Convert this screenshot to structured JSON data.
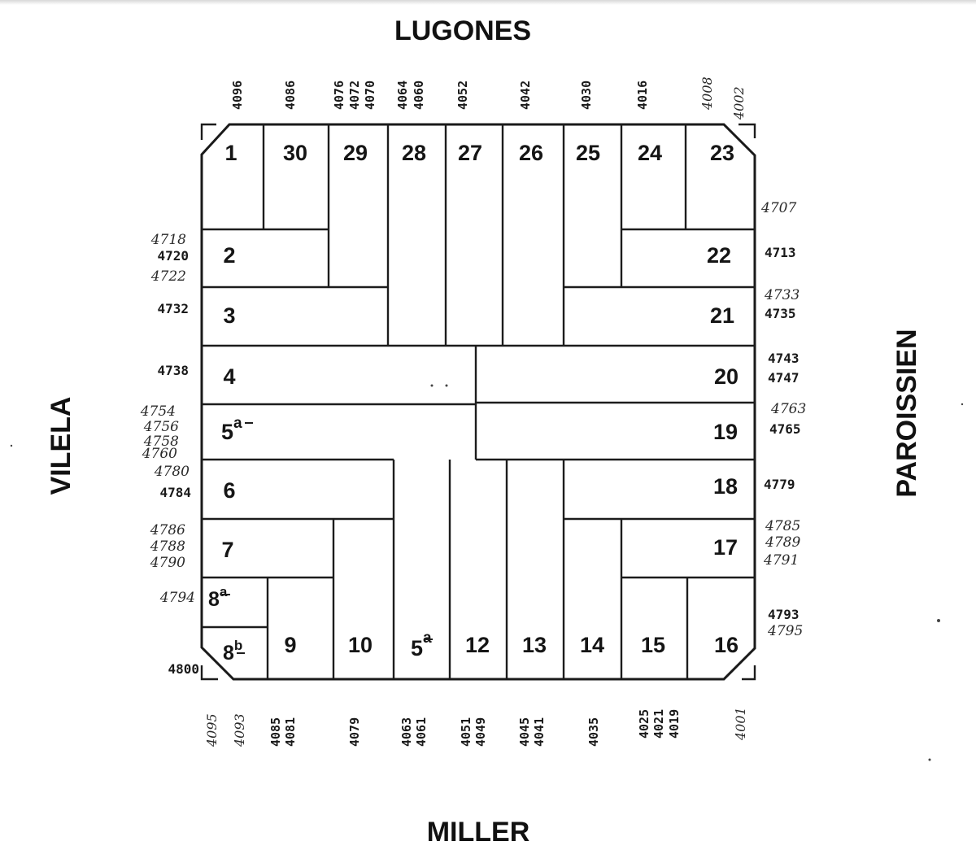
{
  "streets": {
    "north": "LUGONES",
    "south": "MILLER",
    "west": "VILELA",
    "east": "PAROISSIEN"
  },
  "lots": {
    "l1": "1",
    "l2": "2",
    "l3": "3",
    "l4": "4",
    "l5": "5",
    "l5_sup": "a",
    "l6": "6",
    "l7": "7",
    "l8a": "8",
    "l8a_sup": "a",
    "l8b": "8",
    "l8b_sup": "b",
    "l9": "9",
    "l10": "10",
    "l5b": "5",
    "l5b_sup": "a",
    "l12": "12",
    "l13": "13",
    "l14": "14",
    "l15": "15",
    "l16": "16",
    "l17": "17",
    "l18": "18",
    "l19": "19",
    "l20": "20",
    "l21": "21",
    "l22": "22",
    "l23": "23",
    "l24": "24",
    "l25": "25",
    "l26": "26",
    "l27": "27",
    "l28": "28",
    "l29": "29",
    "l30": "30"
  },
  "north_numbers": {
    "n4096": "4096",
    "n4086": "4086",
    "n4076": "4076",
    "n4072": "4072",
    "n4070": "4070",
    "n4064": "4064",
    "n4060": "4060",
    "n4052": "4052",
    "n4042": "4042",
    "n4030": "4030",
    "n4016": "4016",
    "n4008": "4008",
    "n4002": "4002"
  },
  "south_numbers": {
    "s4095": "4095",
    "s4093": "4093",
    "s4085": "4085",
    "s4081": "4081",
    "s4079": "4079",
    "s4063": "4063",
    "s4061": "4061",
    "s4051": "4051",
    "s4049": "4049",
    "s4045": "4045",
    "s4041": "4041",
    "s4035": "4035",
    "s4025": "4025",
    "s4021": "4021",
    "s4019": "4019",
    "s4001": "4001"
  },
  "west_numbers": {
    "w4718": "4718",
    "w4720": "4720",
    "w4722": "4722",
    "w4732": "4732",
    "w4738": "4738",
    "w4754": "4754",
    "w4756": "4756",
    "w4758": "4758",
    "w4760": "4760",
    "w4780": "4780",
    "w4784": "4784",
    "w4786": "4786",
    "w4788": "4788",
    "w4790": "4790",
    "w4794": "4794",
    "w4800": "4800"
  },
  "east_numbers": {
    "e4707": "4707",
    "e4713": "4713",
    "e4733": "4733",
    "e4735": "4735",
    "e4743": "4743",
    "e4747": "4747",
    "e4763": "4763",
    "e4765": "4765",
    "e4779": "4779",
    "e4785": "4785",
    "e4789": "4789",
    "e4791": "4791",
    "e4793": "4793",
    "e4795": "4795"
  },
  "colors": {
    "ink": "#1c1c1c",
    "paper": "#ffffff"
  }
}
